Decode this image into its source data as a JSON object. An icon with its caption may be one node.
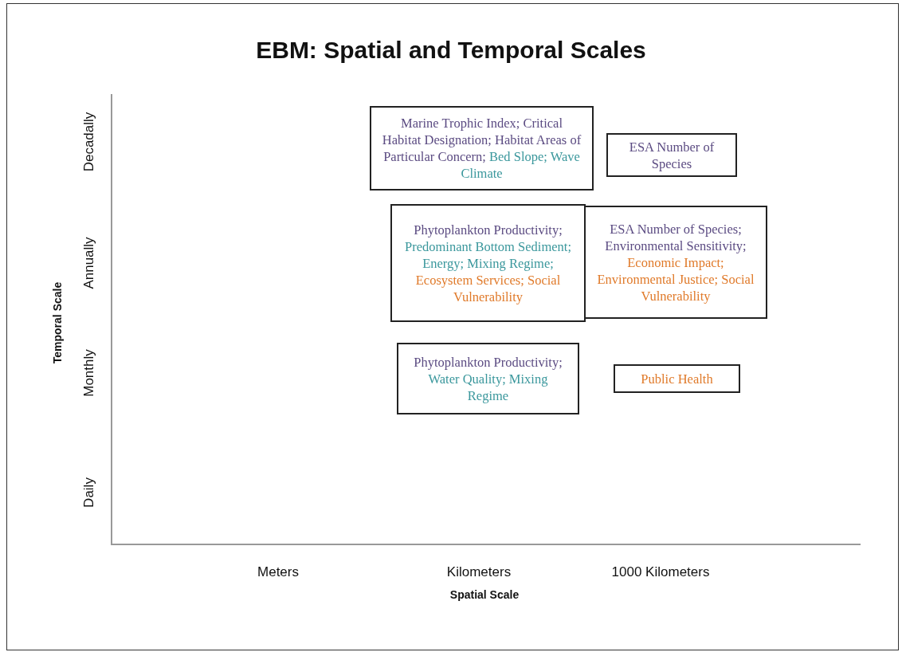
{
  "diagram": {
    "title": "EBM: Spatial and Temporal Scales",
    "nodes": [
      {
        "text": [
          "Marine Trophic Index; Critical Habitat Designation; Habitat Areas of Particular Concern;",
          "Bed Slope; Wave Climate"
        ]
      },
      {
        "text": [
          "ESA Number of Species"
        ]
      },
      {
        "text": [
          "Phytoplankton Productivity;",
          "Predominant Bottom Sediment; Energy; Mixing Regime;",
          "Ecosystem Services; Social Vulnerability"
        ]
      },
      {
        "text": [
          "ESA Number of Species; Environmental Sensitivity;",
          "Economic Impact; Environmental Justice; Social Vulnerability"
        ]
      },
      {
        "text": [
          "Phytoplankton Productivity;",
          "Water Quality; Mixing Regime"
        ]
      },
      {
        "text": [
          "Public Health"
        ]
      }
    ],
    "labels": [
      "Decadally",
      "Annually",
      "Temporal Scale",
      "Monthly",
      "Daily",
      "Meters",
      "Kilometers",
      "1000 Kilometers",
      "Spatial Scale"
    ]
  }
}
